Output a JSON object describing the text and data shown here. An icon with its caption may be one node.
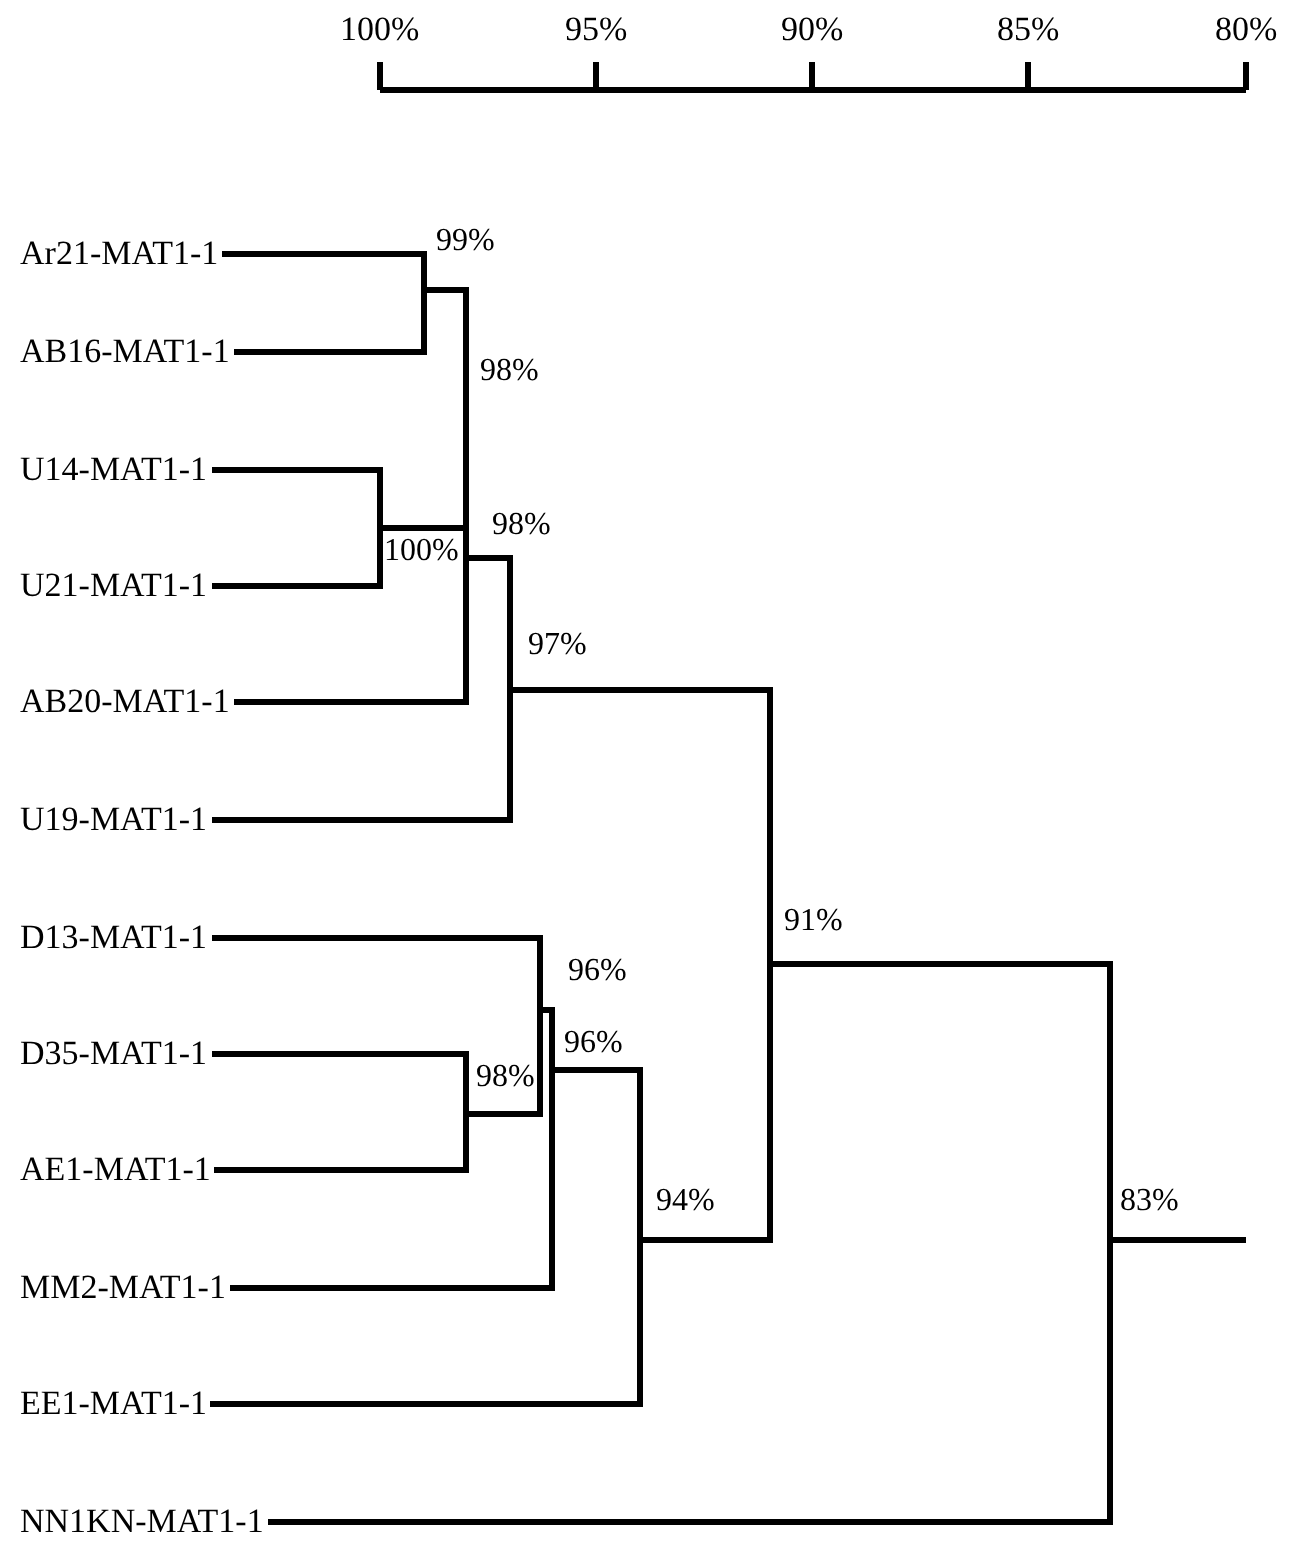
{
  "diagram": {
    "nodes": [
      {
        "text": [
          "Ar21-MAT1-1"
        ]
      },
      {
        "text": [
          "AB16-MAT1-1"
        ]
      },
      {
        "text": [
          "U14-MAT1-1"
        ]
      },
      {
        "text": [
          "U21-MAT1-1"
        ]
      },
      {
        "text": [
          "AB20-MAT1-1"
        ]
      },
      {
        "text": [
          "U19-MAT1-1"
        ]
      },
      {
        "text": [
          "D13-MAT1-1"
        ]
      },
      {
        "text": [
          "D35-MAT1-1"
        ]
      },
      {
        "text": [
          "AE1-MAT1-1"
        ]
      },
      {
        "text": [
          "MM2-MAT1-1"
        ]
      },
      {
        "text": [
          "EE1-MAT1-1"
        ]
      },
      {
        "text": [
          "NN1KN-MAT1-1"
        ]
      },
      {
        "text": [
          "99%"
        ]
      },
      {
        "text": [
          "100%"
        ]
      },
      {
        "text": [
          "98%"
        ]
      },
      {
        "text": [
          "98%"
        ]
      },
      {
        "text": [
          "97%"
        ]
      },
      {
        "text": [
          "98%"
        ]
      },
      {
        "text": [
          "96%"
        ]
      },
      {
        "text": [
          "96%"
        ]
      },
      {
        "text": [
          "94%"
        ]
      },
      {
        "text": [
          "91%"
        ]
      },
      {
        "text": [
          "83%"
        ]
      }
    ],
    "edges": [
      {
        "from": 12,
        "to": 0,
        "arrow": "none"
      },
      {
        "from": 12,
        "to": 1,
        "arrow": "none"
      },
      {
        "from": 13,
        "to": 2,
        "arrow": "none"
      },
      {
        "from": 13,
        "to": 3,
        "arrow": "none"
      },
      {
        "from": 14,
        "to": 12,
        "arrow": "none"
      },
      {
        "from": 14,
        "to": 13,
        "arrow": "none"
      },
      {
        "from": 15,
        "to": 14,
        "arrow": "none"
      },
      {
        "from": 15,
        "to": 4,
        "arrow": "none"
      },
      {
        "from": 16,
        "to": 15,
        "arrow": "none"
      },
      {
        "from": 16,
        "to": 5,
        "arrow": "none"
      },
      {
        "from": 17,
        "to": 7,
        "arrow": "none"
      },
      {
        "from": 17,
        "to": 8,
        "arrow": "none"
      },
      {
        "from": 18,
        "to": 6,
        "arrow": "none"
      },
      {
        "from": 18,
        "to": 17,
        "arrow": "none"
      },
      {
        "from": 19,
        "to": 18,
        "arrow": "none"
      },
      {
        "from": 19,
        "to": 9,
        "arrow": "none"
      },
      {
        "from": 20,
        "to": 19,
        "arrow": "none"
      },
      {
        "from": 20,
        "to": 10,
        "arrow": "none"
      },
      {
        "from": 21,
        "to": 16,
        "arrow": "none"
      },
      {
        "from": 21,
        "to": 20,
        "arrow": "none"
      },
      {
        "from": 22,
        "to": 21,
        "arrow": "none"
      },
      {
        "from": 22,
        "to": 11,
        "arrow": "none"
      }
    ],
    "labels": [
      "100%",
      "95%",
      "90%",
      "85%",
      "80%"
    ]
  }
}
